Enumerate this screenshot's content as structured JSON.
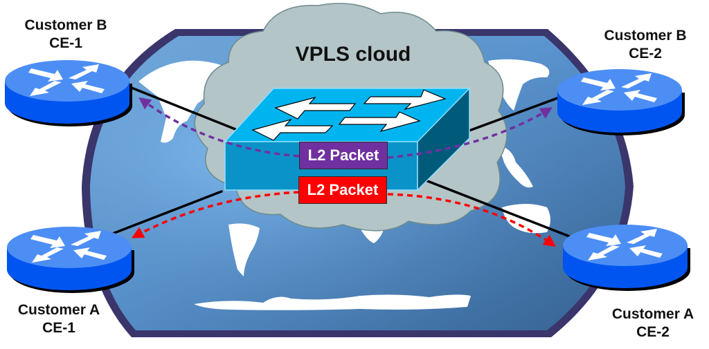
{
  "diagram": {
    "title": "VPLS cloud",
    "colors": {
      "globe_border": "#3a356b",
      "ocean_light": "#7ab4ea",
      "ocean_dark": "#3f6e9e",
      "land": "#ffffff",
      "cloud_fill": "#b4c5c8",
      "cloud_stroke": "#6e8a8c",
      "switch_top": "#00b4f0",
      "switch_front": "#0a93c8",
      "switch_side": "#005a7a",
      "router_top": "#4d8ef5",
      "router_side": "#0055f0",
      "customer_b_path": "#7030a0",
      "customer_a_path": "#ff0000",
      "link": "#000000"
    },
    "nodes": [
      {
        "id": "cust-b-ce1",
        "customer": "Customer B",
        "device": "CE-1",
        "icon": "router-icon"
      },
      {
        "id": "cust-b-ce2",
        "customer": "Customer B",
        "device": "CE-2",
        "icon": "router-icon"
      },
      {
        "id": "cust-a-ce1",
        "customer": "Customer A",
        "device": "CE-1",
        "icon": "router-icon"
      },
      {
        "id": "cust-a-ce2",
        "customer": "Customer A",
        "device": "CE-2",
        "icon": "router-icon"
      }
    ],
    "core": {
      "icon": "layer2-switch-icon",
      "label": "VPLS cloud"
    },
    "packets": [
      {
        "label": "L2 Packet",
        "customer": "Customer B",
        "color": "#7030a0",
        "from": "CE-1",
        "to": "CE-2"
      },
      {
        "label": "L2 Packet",
        "customer": "Customer A",
        "color": "#ff0000",
        "from": "CE-1",
        "to": "CE-2"
      }
    ]
  }
}
